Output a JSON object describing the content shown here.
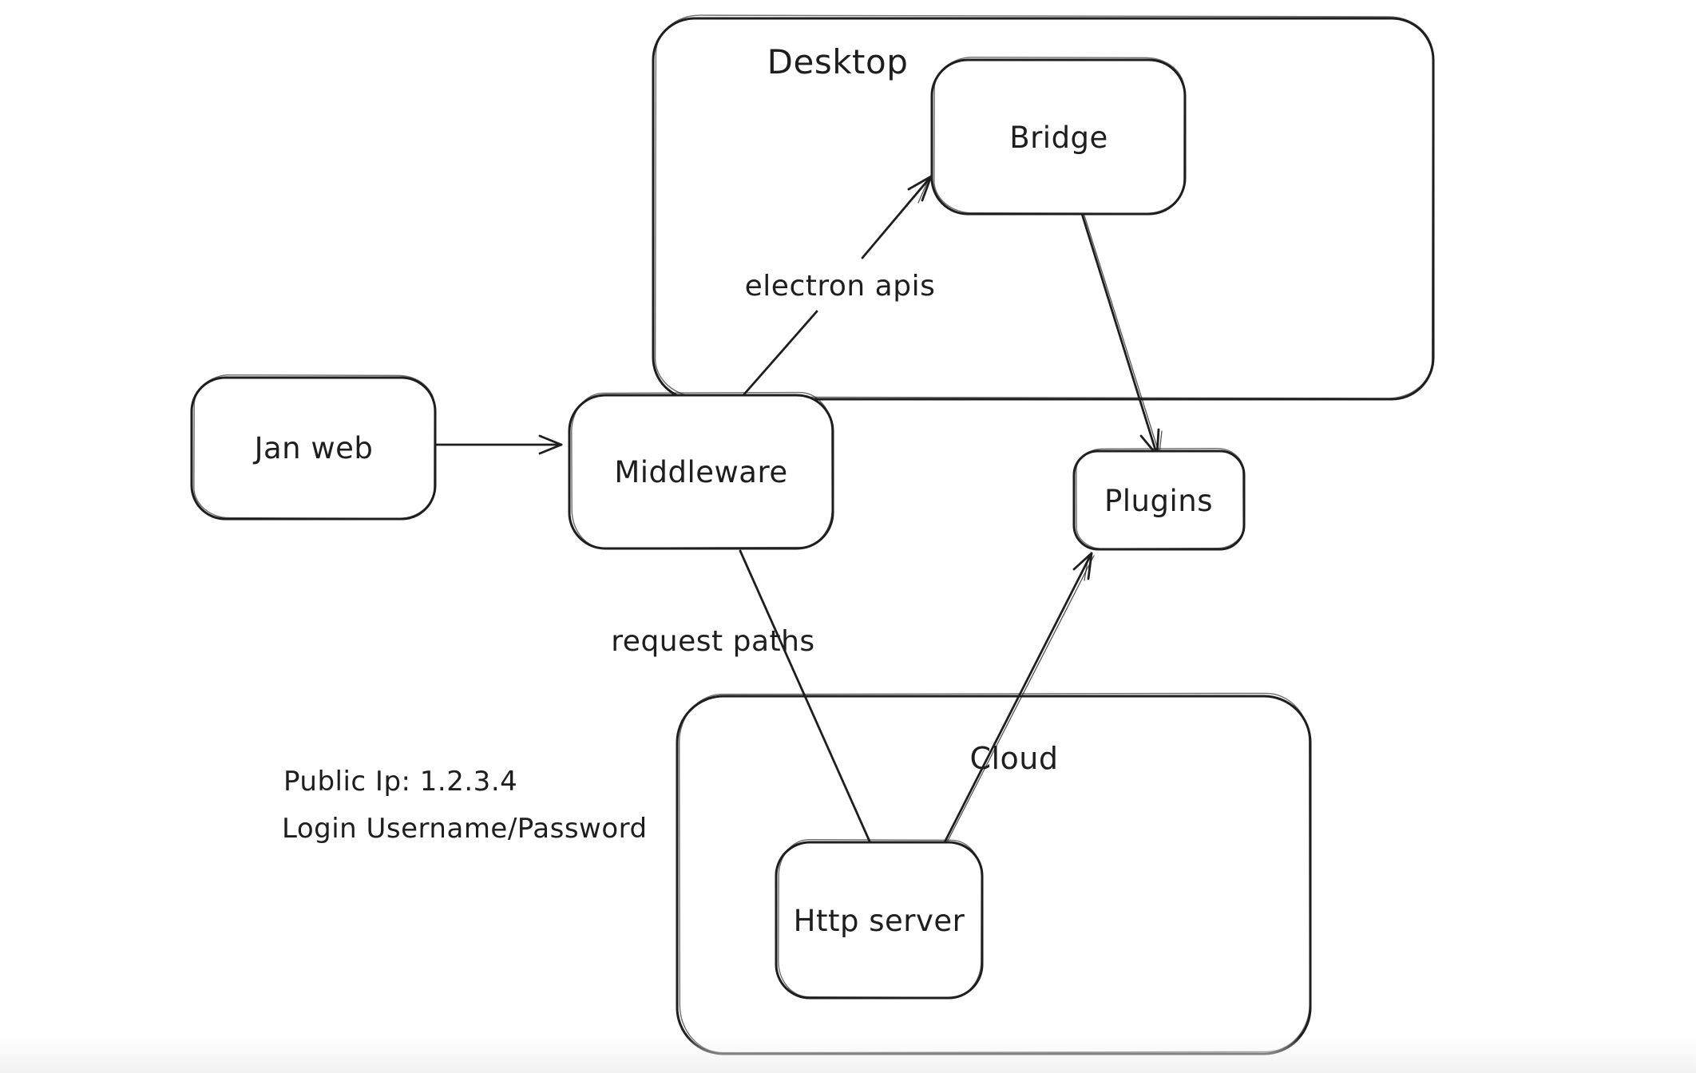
{
  "canvas": {
    "background": "#ffffff",
    "stroke_color": "#1e1e1e",
    "bottom_edge_color": "#f2f2f3"
  },
  "diagram": {
    "containers": [
      {
        "id": "desktop",
        "label": "Desktop"
      },
      {
        "id": "cloud",
        "label": "Cloud"
      }
    ],
    "nodes": [
      {
        "id": "jan-web",
        "label": "Jan web"
      },
      {
        "id": "middleware",
        "label": "Middleware"
      },
      {
        "id": "bridge",
        "label": "Bridge"
      },
      {
        "id": "plugins",
        "label": "Plugins"
      },
      {
        "id": "http-server",
        "label": "Http server"
      }
    ],
    "edges": [
      {
        "id": "jan-web-to-middleware",
        "from": "Jan web",
        "to": "Middleware",
        "label": "",
        "arrowhead": "end"
      },
      {
        "id": "middleware-to-bridge",
        "from": "Middleware",
        "to": "Bridge",
        "label": "electron apis",
        "arrowhead": "end"
      },
      {
        "id": "bridge-to-plugins",
        "from": "Bridge",
        "to": "Plugins",
        "label": "",
        "arrowhead": "end"
      },
      {
        "id": "middleware-to-http-server",
        "from": "Middleware",
        "to": "Http server",
        "label": "request paths",
        "arrowhead": "none"
      },
      {
        "id": "http-server-to-plugins",
        "from": "Http server",
        "to": "Plugins",
        "label": "",
        "arrowhead": "end"
      }
    ],
    "annotations": [
      {
        "text": "Public Ip: 1.2.3.4"
      },
      {
        "text": "Login Username/Password"
      }
    ]
  }
}
